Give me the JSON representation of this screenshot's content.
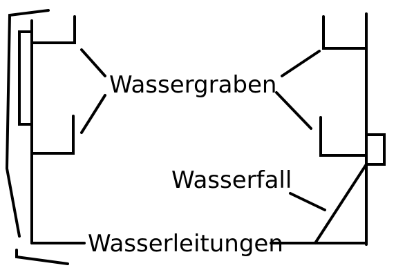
{
  "labels": {
    "moat": "Wassergraben",
    "waterfall": "Wasserfall",
    "pipes": "Wasserleitungen"
  },
  "colors": {
    "ink": "#000000",
    "background": "#ffffff"
  }
}
